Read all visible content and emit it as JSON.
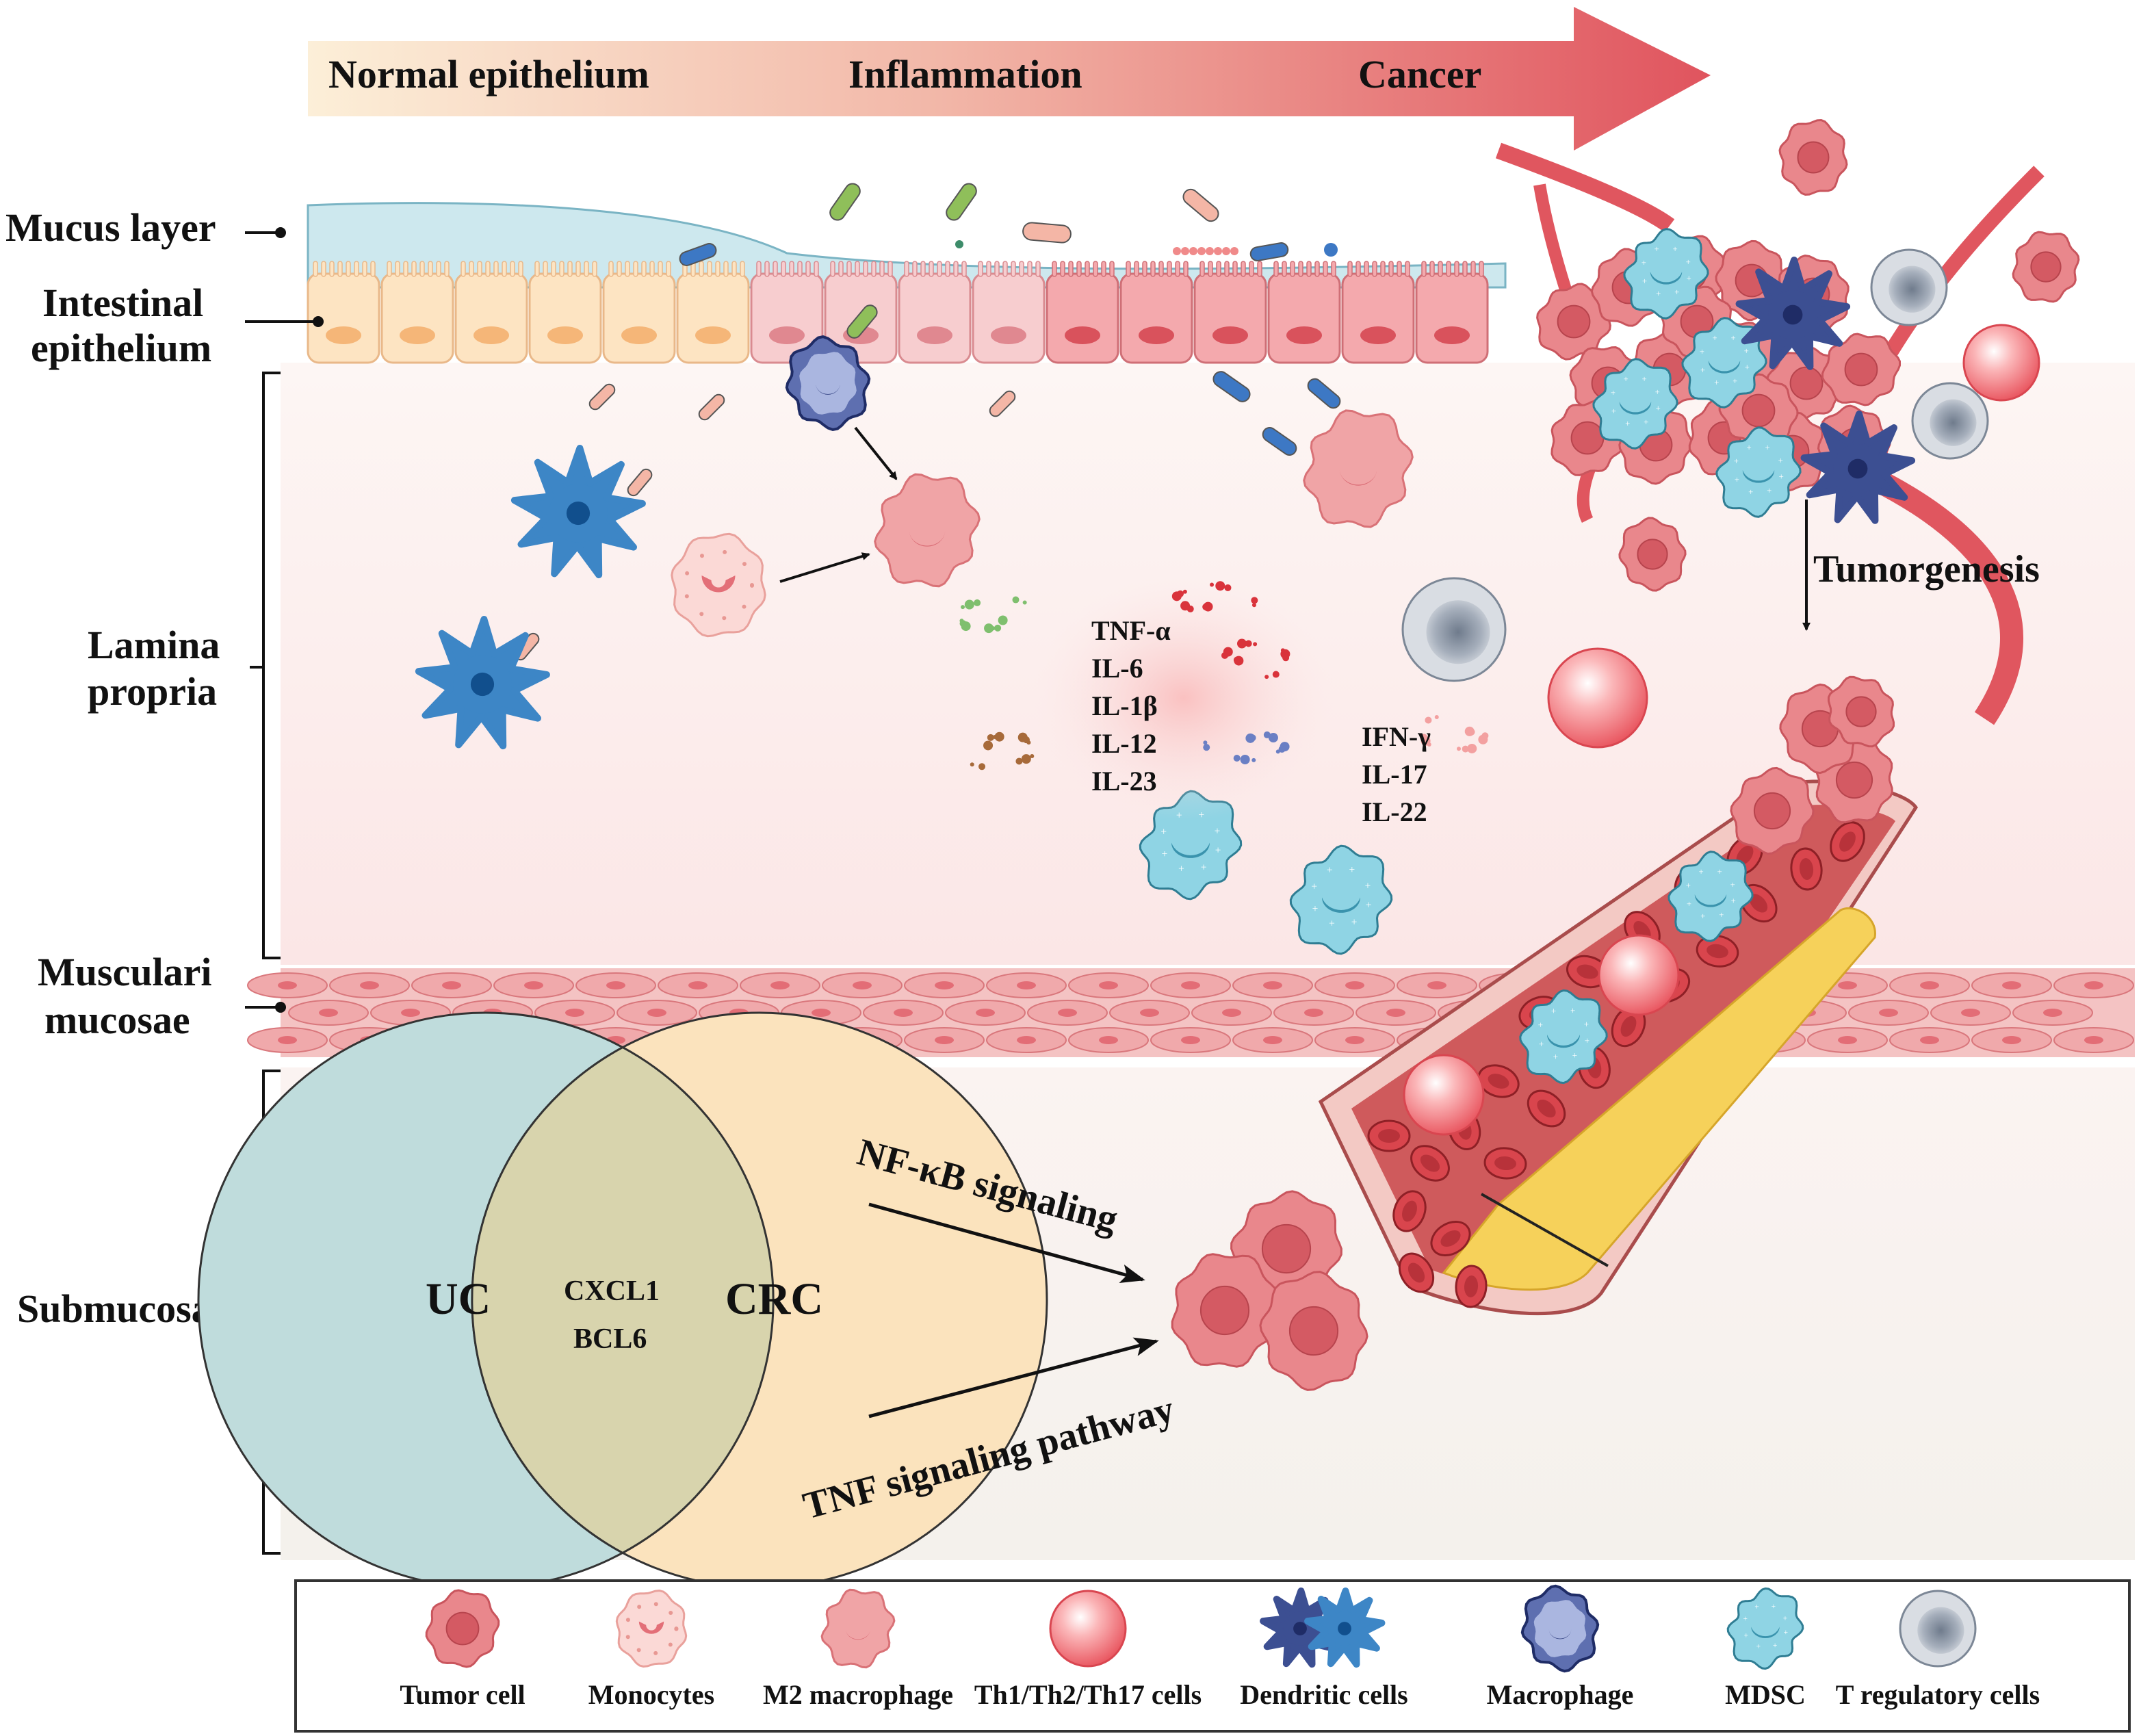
{
  "progression": {
    "stages": [
      "Normal epithelium",
      "Inflammation",
      "Cancer"
    ]
  },
  "layers": {
    "mucus": "Mucus layer",
    "epithelium_line1": "Intestinal",
    "epithelium_line2": "epithelium",
    "lamina_line1": "Lamina",
    "lamina_line2": "propria",
    "muscularis_line1": "Musculari",
    "muscularis_line2": "mucosae",
    "submucosa": "Submucosa"
  },
  "cytokines": {
    "group1": [
      "TNF-α",
      "IL-6",
      "IL-1β",
      "IL-12",
      "IL-23"
    ],
    "group2": [
      "IFN-γ",
      "IL-17",
      "IL-22"
    ]
  },
  "tumorgenesis": "Tumorgenesis",
  "venn": {
    "left": "UC",
    "right": "CRC",
    "shared": [
      "CXCL1",
      "BCL6"
    ],
    "left_color": "#bfdcdc",
    "right_color": "#fbe3bd",
    "overlap_color": "#d8d4ad"
  },
  "pathways": {
    "top": "NF-κB signaling",
    "bottom": "TNF signaling pathway"
  },
  "legend": [
    {
      "label": "Tumor cell",
      "icon": "tumor-cell-icon"
    },
    {
      "label": "Monocytes",
      "icon": "monocyte-icon"
    },
    {
      "label": "M2 macrophage",
      "icon": "m2-macrophage-icon"
    },
    {
      "label": "Th1/Th2/Th17 cells",
      "icon": "th-cell-icon"
    },
    {
      "label": "Dendritic cells",
      "icon": "dendritic-cell-icon"
    },
    {
      "label": "Macrophage",
      "icon": "macrophage-icon"
    },
    {
      "label": "MDSC",
      "icon": "mdsc-icon"
    },
    {
      "label": "T regulatory cells",
      "icon": "treg-cell-icon"
    }
  ],
  "colors": {
    "arrow_start": "#fbe9d0",
    "arrow_end": "#e0565f",
    "tumor": "#e0787f",
    "mdsc": "#7ecde0",
    "dendritic": "#3d86c6",
    "macrophage": "#3c4f92",
    "treg": "#8e9aaa",
    "th": "#f07b82"
  }
}
